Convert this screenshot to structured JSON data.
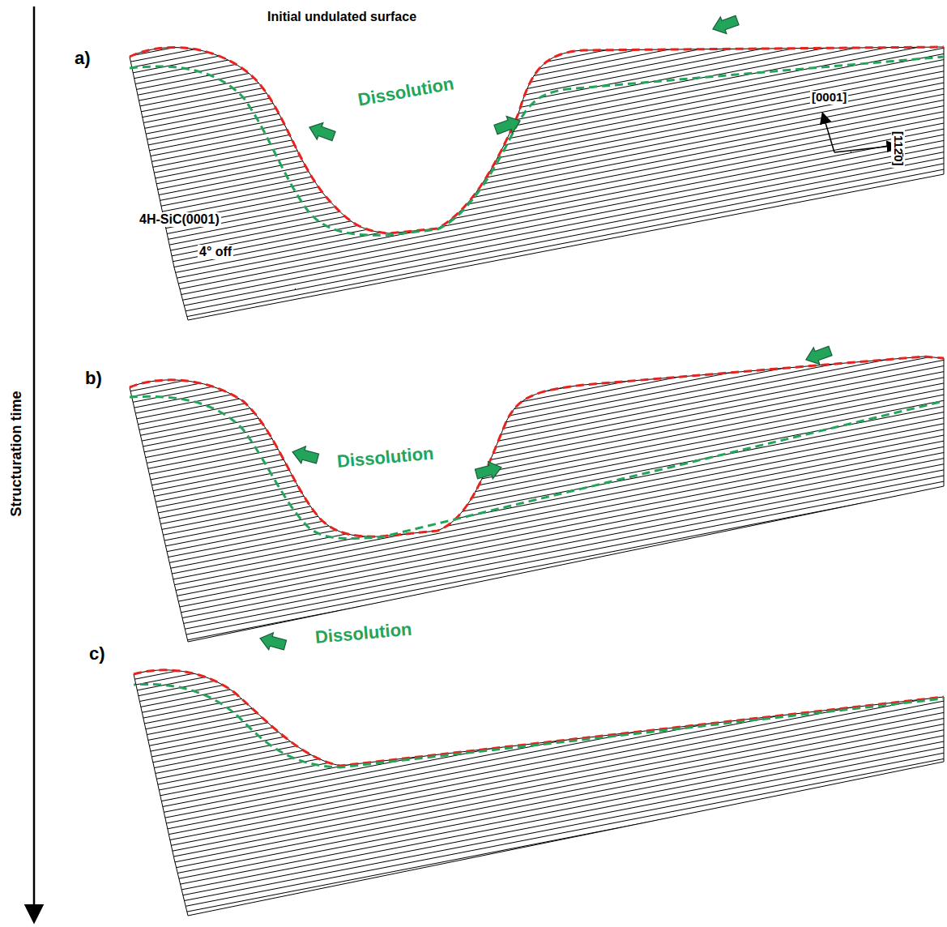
{
  "diagram": {
    "labels": [
      "Initial undulated surface",
      "a)",
      "Dissolution",
      "[0001]",
      "[112̄0]",
      "4H-SiC(0001)",
      "4° off",
      "b)",
      "Dissolution",
      "c)",
      "Dissolution",
      "Structuration time"
    ]
  }
}
